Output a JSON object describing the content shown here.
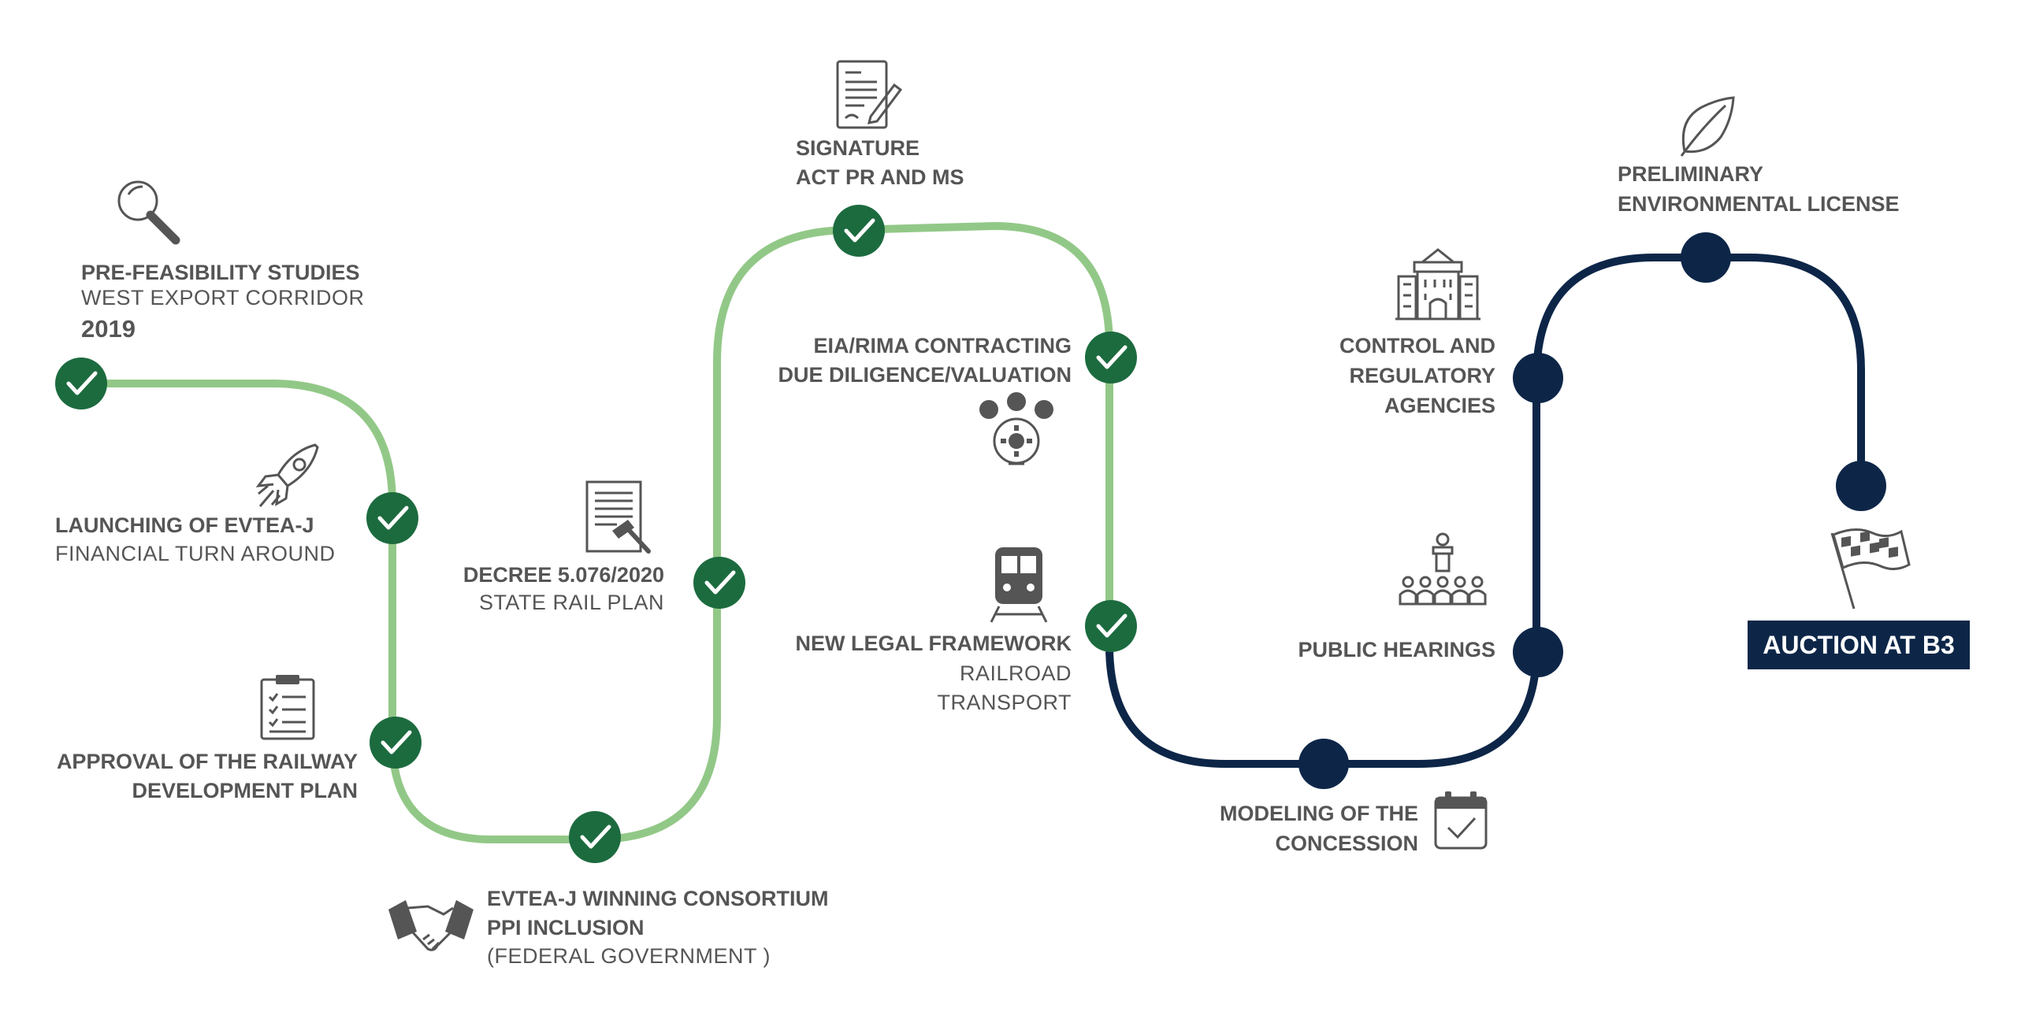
{
  "colors": {
    "completed_track": "#92C887",
    "completed_node": "#1C6B3F",
    "pending_track": "#0D2648",
    "pending_node": "#0D2648",
    "text": "#555555",
    "final_badge_bg": "#0D2648",
    "final_badge_text": "#FFFFFF"
  },
  "milestones": [
    {
      "id": "prefeasibility",
      "status": "completed",
      "icon": "magnifier-icon",
      "lines": [
        "PRE-FEASIBILITY STUDIES",
        "WEST EXPORT CORRIDOR",
        "2019"
      ]
    },
    {
      "id": "launching",
      "status": "completed",
      "icon": "rocket-icon",
      "lines": [
        "LAUNCHING OF EVTEA-J",
        "FINANCIAL TURN AROUND"
      ]
    },
    {
      "id": "approval",
      "status": "completed",
      "icon": "clipboard-icon",
      "lines": [
        "APPROVAL OF THE RAILWAY",
        "DEVELOPMENT PLAN"
      ]
    },
    {
      "id": "consortium",
      "status": "completed",
      "icon": "handshake-icon",
      "lines": [
        "EVTEA-J WINNING CONSORTIUM",
        "PPI INCLUSION",
        "(FEDERAL GOVERNMENT )"
      ]
    },
    {
      "id": "decree",
      "status": "completed",
      "icon": "decree-document-icon",
      "lines": [
        "DECREE 5.076/2020",
        "STATE RAIL PLAN"
      ]
    },
    {
      "id": "signature",
      "status": "completed",
      "icon": "signed-document-icon",
      "lines": [
        "SIGNATURE",
        "ACT PR AND MS"
      ]
    },
    {
      "id": "eia",
      "status": "completed",
      "icon": "valuation-gear-icon",
      "lines": [
        "EIA/RIMA CONTRACTING",
        "DUE DILIGENCE/VALUATION"
      ]
    },
    {
      "id": "legal",
      "status": "completed",
      "icon": "train-icon",
      "lines": [
        "NEW LEGAL FRAMEWORK",
        "RAILROAD",
        "TRANSPORT"
      ]
    },
    {
      "id": "modeling",
      "status": "pending",
      "icon": "calendar-check-icon",
      "lines": [
        "MODELING OF THE",
        "CONCESSION"
      ]
    },
    {
      "id": "hearings",
      "status": "pending",
      "icon": "audience-icon",
      "lines": [
        "PUBLIC HEARINGS"
      ]
    },
    {
      "id": "agencies",
      "status": "pending",
      "icon": "government-building-icon",
      "lines": [
        "CONTROL AND",
        "REGULATORY",
        "AGENCIES"
      ]
    },
    {
      "id": "license",
      "status": "pending",
      "icon": "leaf-icon",
      "lines": [
        "PRELIMINARY",
        "ENVIRONMENTAL LICENSE"
      ]
    },
    {
      "id": "auction",
      "status": "pending",
      "icon": "checkered-flag-icon",
      "lines": [
        "AUCTION AT B3"
      ]
    }
  ]
}
